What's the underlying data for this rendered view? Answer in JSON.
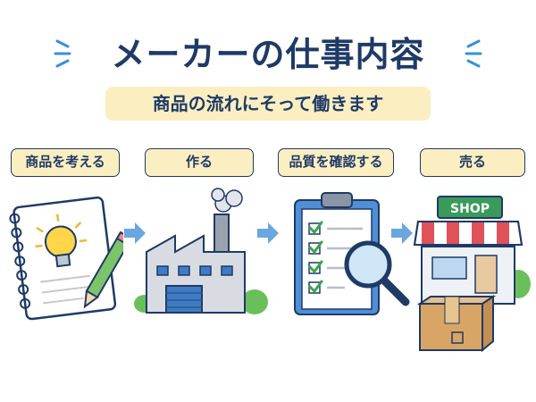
{
  "title": "メーカーの仕事内容",
  "subtitle": "商品の流れにそって働きます",
  "steps": [
    {
      "label": "商品を考える"
    },
    {
      "label": "作る"
    },
    {
      "label": "品質を確認する"
    },
    {
      "label": "売る"
    }
  ],
  "shop_sign": "SHOP",
  "colors": {
    "navy": "#1f3a66",
    "cream": "#fbefc1",
    "arrow": "#6aa6e0",
    "green": "#6abf5a"
  }
}
